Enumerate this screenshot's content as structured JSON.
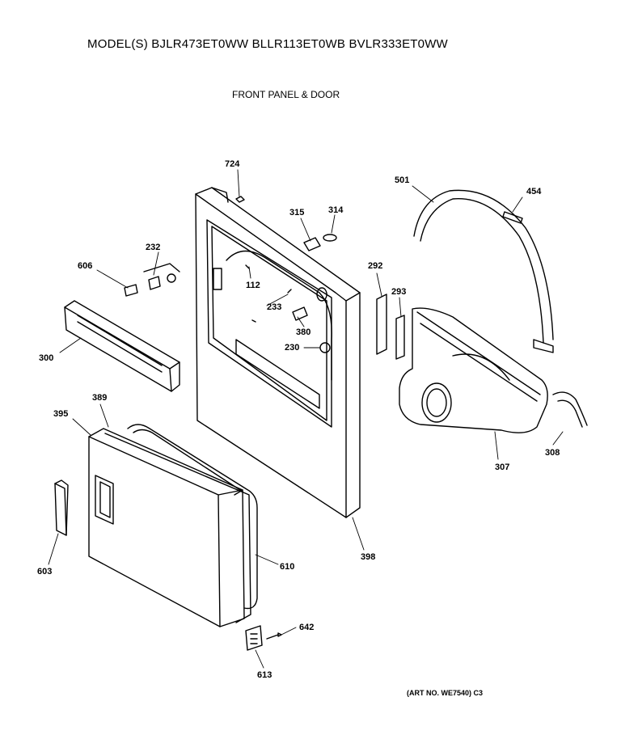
{
  "header": {
    "models": "MODEL(S) BJLR473ET0WW BLLR113ET0WB BVLR333ET0WW",
    "subtitle": "FRONT PANEL & DOOR"
  },
  "footer": {
    "art_no": "(ART NO. WE7540) C3"
  },
  "callouts": {
    "c724": "724",
    "c501": "501",
    "c454": "454",
    "c315": "315",
    "c314": "314",
    "c232": "232",
    "c606": "606",
    "c292": "292",
    "c293": "293",
    "c112": "112",
    "c233": "233",
    "c380": "380",
    "c230": "230",
    "c300": "300",
    "c389": "389",
    "c395": "395",
    "c307": "307",
    "c308": "308",
    "c398": "398",
    "c603": "603",
    "c610": "610",
    "c642": "642",
    "c613": "613"
  }
}
